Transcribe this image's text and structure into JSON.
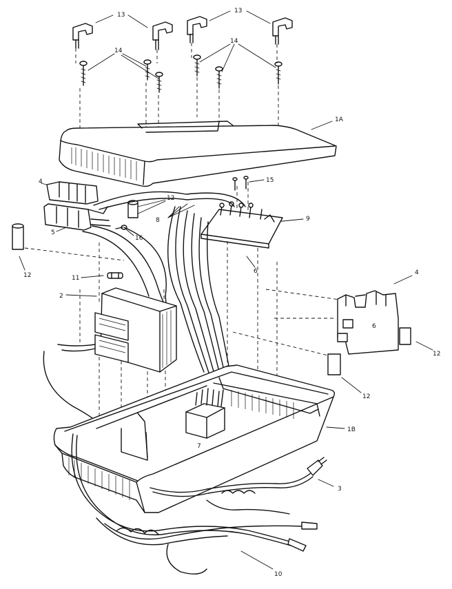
{
  "callouts": {
    "c13a": "13",
    "c13b": "13",
    "c14a": "14",
    "c14b": "14",
    "c1a": "1A",
    "c4a": "4",
    "c15": "15",
    "c12a": "12",
    "c8": "8",
    "c9": "9",
    "c5": "5",
    "c16": "16",
    "c6": "6",
    "c12b": "12",
    "c11": "11",
    "c4b": "4",
    "c2": "2",
    "c6b": "6",
    "c12c": "12",
    "c12d": "12",
    "c1b": "1B",
    "c7": "7",
    "c3": "3",
    "c10": "10"
  }
}
